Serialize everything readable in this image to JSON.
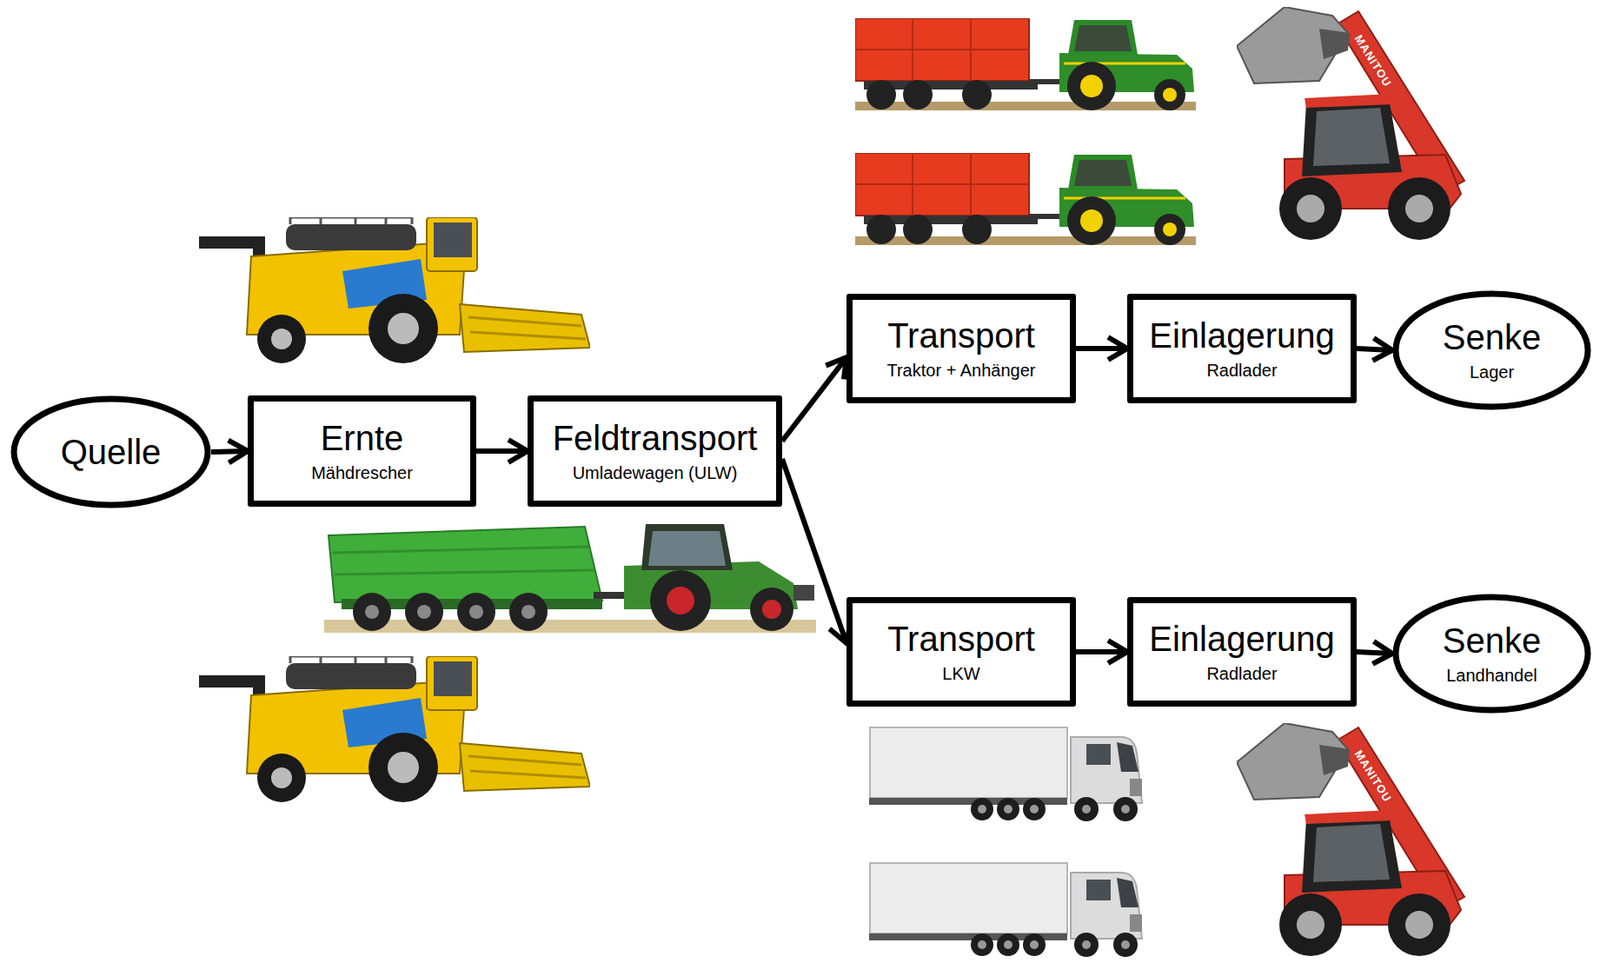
{
  "diagram": {
    "nodes": [
      {
        "text": [
          "Quelle"
        ]
      },
      {
        "text": [
          "Ernte",
          "Mähdrescher"
        ]
      },
      {
        "text": [
          "Feldtransport",
          "Umladewagen (ULW)"
        ]
      },
      {
        "text": [
          "Transport",
          "Traktor + Anhänger"
        ]
      },
      {
        "text": [
          "Einlagerung",
          "Radlader"
        ]
      },
      {
        "text": [
          "Senke",
          "Lager"
        ]
      },
      {
        "text": [
          "Transport",
          "LKW"
        ]
      },
      {
        "text": [
          "Einlagerung",
          "Radlader"
        ]
      },
      {
        "text": [
          "Senke",
          "Landhandel"
        ]
      }
    ],
    "edges": [
      {
        "from": 0,
        "to": 1,
        "arrow": "to"
      },
      {
        "from": 1,
        "to": 2,
        "arrow": "to"
      },
      {
        "from": 2,
        "to": 3,
        "arrow": "to"
      },
      {
        "from": 2,
        "to": 6,
        "arrow": "to"
      },
      {
        "from": 3,
        "to": 4,
        "arrow": "to"
      },
      {
        "from": 4,
        "to": 5,
        "arrow": "to"
      },
      {
        "from": 6,
        "to": 7,
        "arrow": "to"
      },
      {
        "from": 7,
        "to": 8,
        "arrow": "to"
      }
    ],
    "labels": [
      "MANITOU",
      "MANITOU"
    ]
  }
}
